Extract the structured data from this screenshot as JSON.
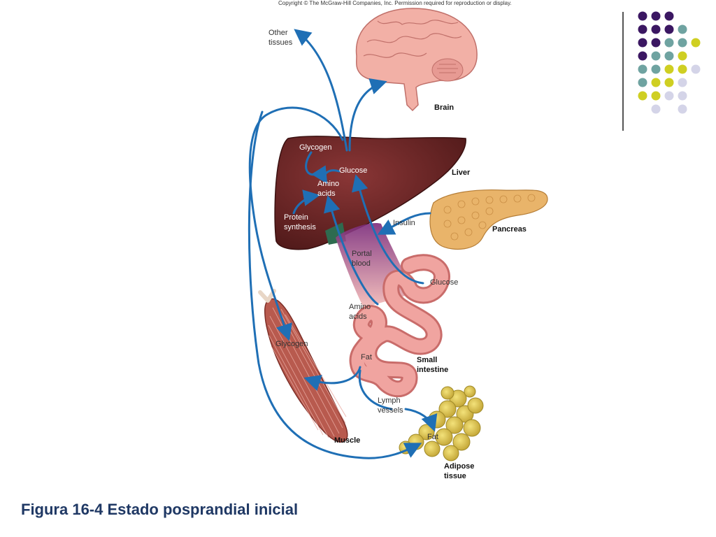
{
  "copyright": "Copyright © The McGraw-Hill Companies, Inc. Permission required for reproduction or display.",
  "caption": "Figura 16-4 Estado posprandial inicial",
  "labels": {
    "other_tissues": [
      "Other",
      "tissues"
    ],
    "brain": "Brain",
    "glycogen_liver": "Glycogen",
    "glucose_liver": "Glucose",
    "amino_acids_liver": [
      "Amino",
      "acids"
    ],
    "protein_synthesis": [
      "Protein",
      "synthesis"
    ],
    "liver": "Liver",
    "insulin": "Insulin",
    "pancreas": "Pancreas",
    "portal_blood": [
      "Portal",
      "blood"
    ],
    "glucose_intestine": "Glucose",
    "amino_acids_intestine": [
      "Amino",
      "acids"
    ],
    "glycogen_muscle": "Glycogen",
    "fat_intestine": "Fat",
    "small_intestine": [
      "Small",
      "intestine"
    ],
    "lymph_vessels": [
      "Lymph",
      "vessels"
    ],
    "muscle": "Muscle",
    "fat_adipose": "Fat",
    "adipose_tissue": [
      "Adipose",
      "tissue"
    ]
  },
  "colors": {
    "arrow": "#1f6fb5",
    "liver": "#6b2626",
    "brain": "#f2b0a6",
    "pancreas": "#e9b46a",
    "intestine": "#e58a86",
    "muscle": "#b85a4e",
    "adipose": "#d8c04a",
    "caption": "#1f3864",
    "dot_purple": "#3b1762",
    "dot_teal": "#6fa3a1",
    "dot_olive": "#cfcf22",
    "dot_lavender": "#d4d4e8"
  },
  "dot_grid": [
    [
      "purple",
      "purple",
      "purple",
      "none",
      "none"
    ],
    [
      "purple",
      "purple",
      "purple",
      "teal",
      "none"
    ],
    [
      "purple",
      "purple",
      "teal",
      "teal",
      "olive"
    ],
    [
      "purple",
      "teal",
      "teal",
      "olive",
      "none"
    ],
    [
      "teal",
      "teal",
      "olive",
      "olive",
      "lavender"
    ],
    [
      "teal",
      "olive",
      "olive",
      "lavender",
      "none"
    ],
    [
      "olive",
      "olive",
      "lavender",
      "lavender",
      "none"
    ],
    [
      "none",
      "lavender",
      "none",
      "lavender",
      "none"
    ]
  ]
}
